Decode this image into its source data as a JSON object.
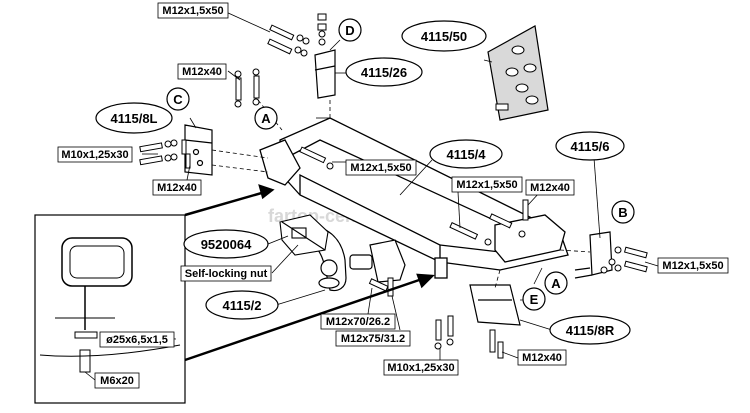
{
  "watermark": "fartop-center.ru",
  "parts": {
    "p4115_50": "4115/50",
    "p4115_26": "4115/26",
    "p4115_8L": "4115/8L",
    "p4115_4": "4115/4",
    "p4115_6": "4115/6",
    "p9520064": "9520064",
    "p4115_2": "4115/2",
    "p4115_8R": "4115/8R"
  },
  "letters": {
    "A1": "A",
    "A2": "A",
    "B": "B",
    "C": "C",
    "D": "D",
    "E": "E"
  },
  "bolts": {
    "top_m12x15x50": "M12x1,5x50",
    "top_m12x40": "M12x40",
    "left_m10": "M10x1,25x30",
    "left_m12x40": "M12x40",
    "mid_m12x15x50": "M12x1,5x50",
    "right_m12x15x50": "M12x1,5x50",
    "right_m12x40": "M12x40",
    "b_m12x15x50": "M12x1,5x50",
    "self_locking": "Self-locking nut",
    "m12x70": "M12x70/26.2",
    "m12x75": "M12x75/31.2",
    "e_m10": "M10x1,25x30",
    "e_m12x40": "M12x40",
    "washer": "ø25x6,5x1,5",
    "m6x20": "M6x20"
  }
}
